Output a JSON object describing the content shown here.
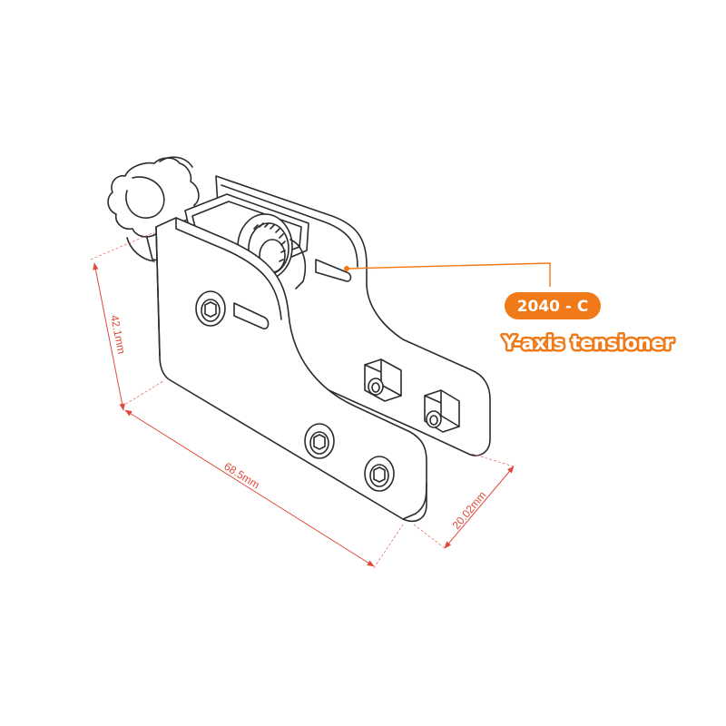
{
  "labels": {
    "model_code": "2040 - C",
    "product_name": "Y-axis tensioner"
  },
  "dimensions": {
    "height": "42.1mm",
    "length": "68.5mm",
    "width": "20.02mm"
  },
  "colors": {
    "dimension_line": "#e04a3a",
    "callout_line": "#f07a18",
    "badge_fill": "#f07a18",
    "part_outline": "#2b2b2b",
    "part_fill": "#ffffff"
  },
  "icons": {
    "knob": "knurled-thumb-knob-icon",
    "pulley": "timing-pulley-icon",
    "bolt": "hex-socket-bolt-icon",
    "tnut": "t-nut-icon"
  }
}
